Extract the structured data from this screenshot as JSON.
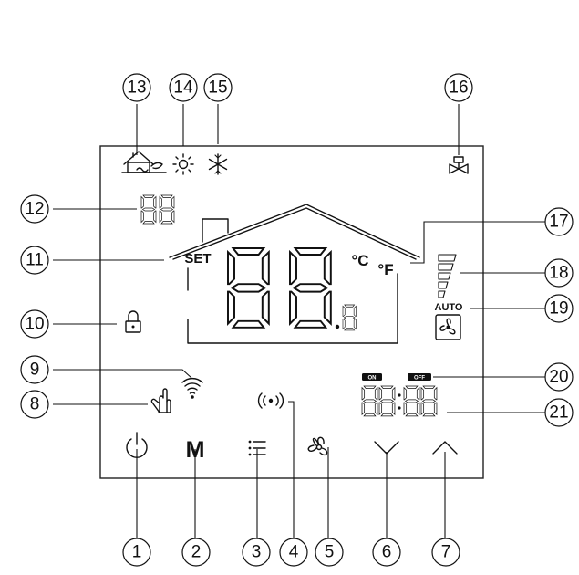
{
  "callouts": [
    "1",
    "2",
    "3",
    "4",
    "5",
    "6",
    "7",
    "8",
    "9",
    "10",
    "11",
    "12",
    "13",
    "14",
    "15",
    "16",
    "17",
    "18",
    "19",
    "20",
    "21"
  ],
  "display": {
    "set_label": "SET",
    "unit_celsius": "°C",
    "unit_fahrenheit": "°F",
    "auto_label": "AUTO",
    "on_label": "ON",
    "off_label": "OFF",
    "mode_button_label": "M"
  }
}
